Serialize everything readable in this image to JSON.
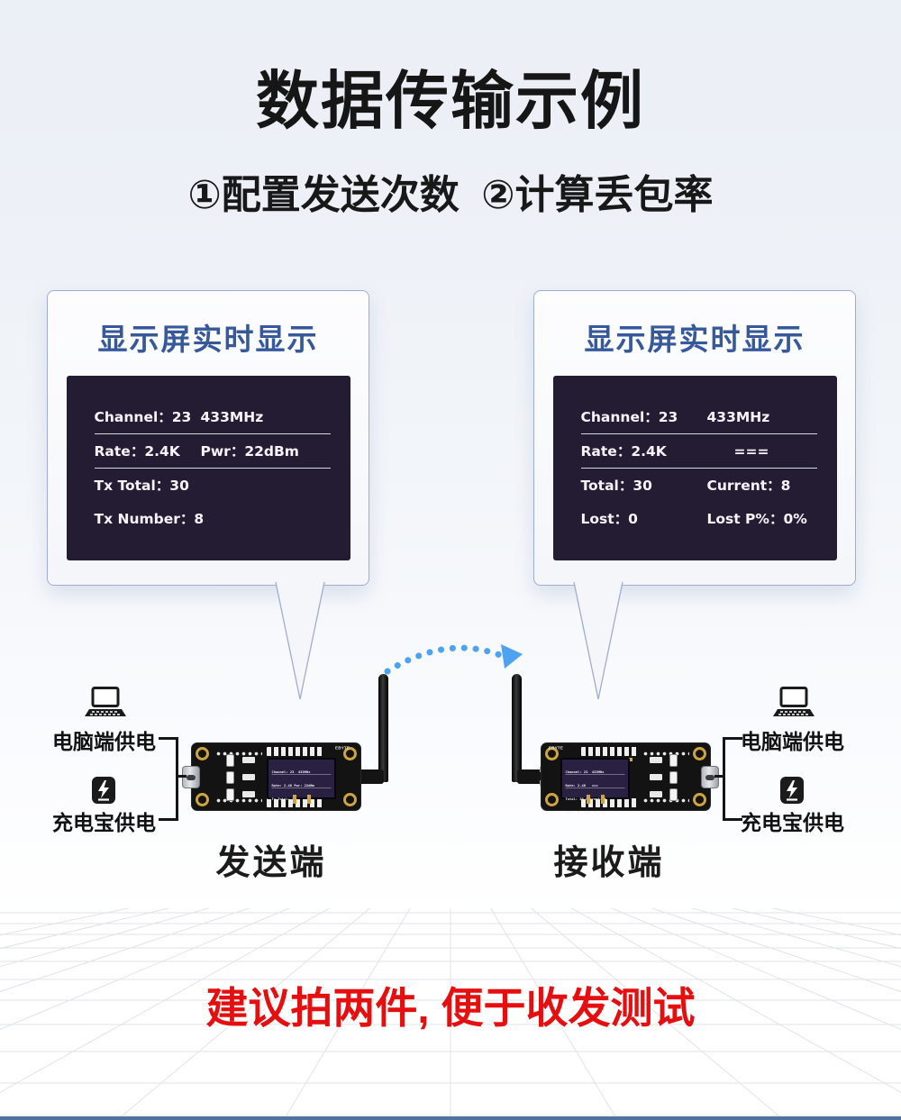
{
  "title": "数据传输示例",
  "subtitle": "①配置发送次数  ②计算丢包率",
  "note": "建议拍两件, 便于收发测试",
  "colors": {
    "accent_blue": "#36599c",
    "arc_blue": "#4da3f2",
    "screen_bg": "#241c33",
    "note_red": "#e60f0f",
    "board_black": "#131313",
    "pad_gold": "#cda43f"
  },
  "callout_left": {
    "header": "显示屏实时显示",
    "rows": [
      [
        "Channel：23",
        "433MHz"
      ],
      [
        "Rate：2.4K",
        "Pwr：22dBm"
      ],
      [
        "Tx Total：30",
        ""
      ],
      [
        "Tx Number：8",
        ""
      ]
    ]
  },
  "callout_right": {
    "header": "显示屏实时显示",
    "rows": [
      [
        "Channel：23",
        "433MHz"
      ],
      [
        "Rate：2.4K",
        "==="
      ],
      [
        "Total：30",
        "Current：8"
      ],
      [
        "Lost：0",
        "Lost P%：0%"
      ]
    ]
  },
  "transmitter": {
    "label": "发送端",
    "power_pc": "电脑端供电",
    "power_bank": "充电宝供电",
    "brand": "EBYTE",
    "oled": [
      "Channel: 23  433MHz",
      "Rate: 2.4K Pwr: 22dBm",
      "Tx Total: 30",
      "Tx Number: 8"
    ]
  },
  "receiver": {
    "label": "接收端",
    "power_pc": "电脑端供电",
    "power_bank": "充电宝供电",
    "brand": "EBYTE",
    "oled": [
      "Channel: 23  433MHz",
      "Rate: 2.4K   ===",
      "Total: 30 Current: 8",
      "Lost: 0  Lost P%: 0%"
    ]
  }
}
